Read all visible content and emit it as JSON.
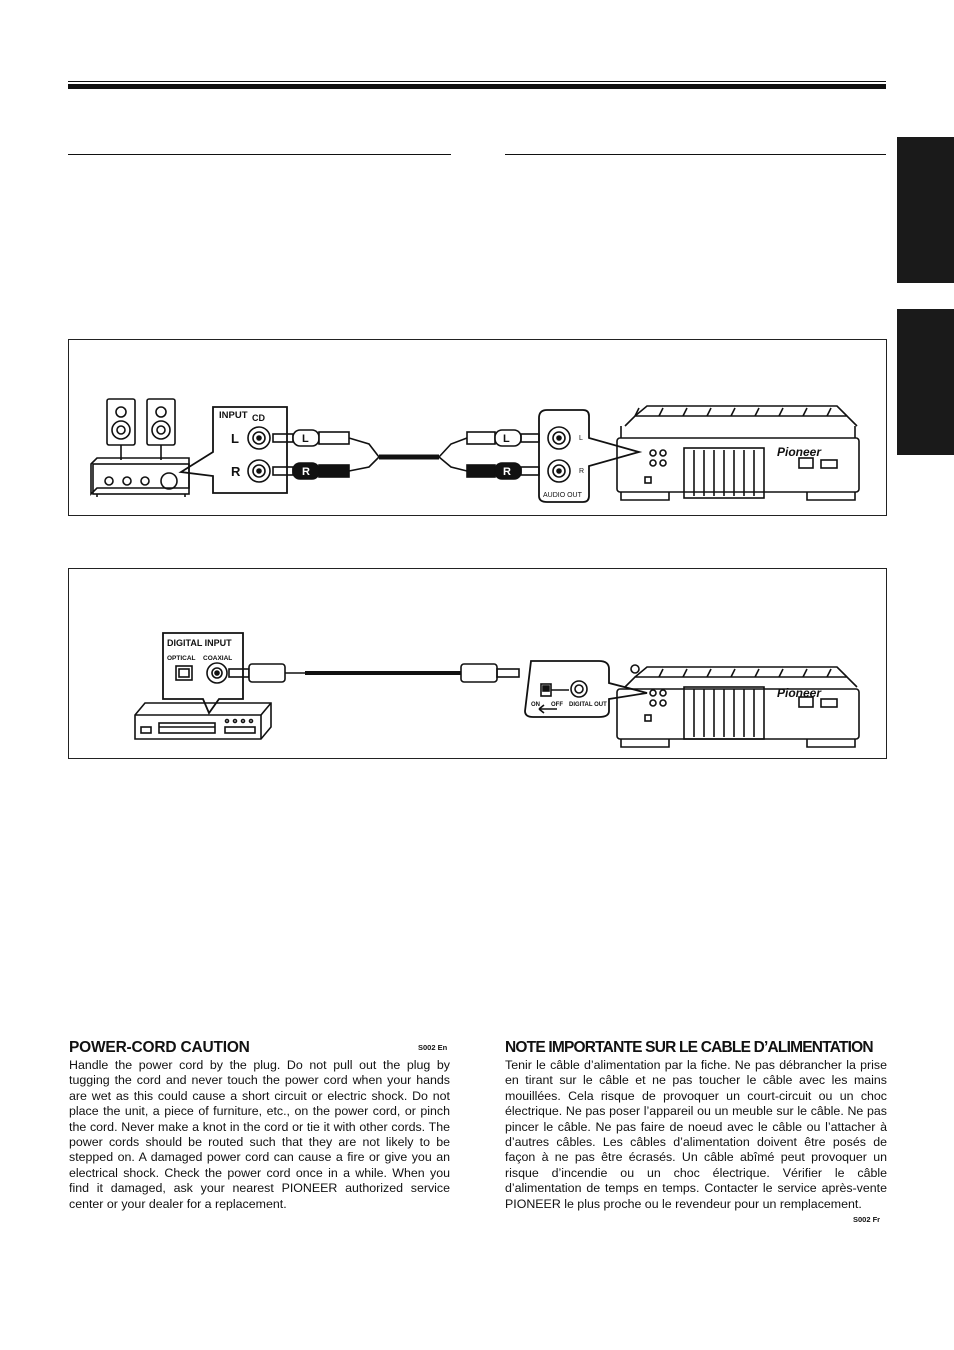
{
  "diagram1": {
    "input_label": "INPUT",
    "cd_label": "CD",
    "left_label": "L",
    "right_label": "R",
    "plug_left": "L",
    "plug_right": "R",
    "audio_out_label": "AUDIO OUT",
    "jack_left_small": "L",
    "jack_right_small": "R",
    "brand": "Pioneer"
  },
  "diagram2": {
    "digital_input_label": "DIGITAL INPUT",
    "optical_label": "OPTICAL",
    "coaxial_label": "COAXIAL",
    "on_label": "ON",
    "off_label": "OFF",
    "digital_out_label": "DIGITAL OUT",
    "brand": "Pioneer"
  },
  "caution_en": {
    "title": "POWER-CORD CAUTION",
    "code": "S002 En",
    "body": "Handle the power cord by the plug. Do not pull out the plug by tugging the cord and never touch the power cord when your hands are wet as this could cause a short circuit or electric shock. Do not place the unit, a piece of furniture, etc., on the power cord, or pinch the cord. Never make a knot in the cord or tie it with other cords. The power cords should be routed such that they are not likely to be stepped on. A damaged power cord can cause a fire or give you an electrical shock. Check the power cord once in a while. When you find it damaged, ask your nearest PIONEER authorized service center or your dealer for a replacement."
  },
  "caution_fr": {
    "title": "NOTE IMPORTANTE SUR LE CABLE D’ALIMENTATION",
    "code": "S002 Fr",
    "body": "Tenir le câble d’alimentation par la fiche. Ne pas débrancher la prise en tirant sur le câble et ne pas toucher le câble avec les mains mouillées. Cela risque de provoquer un court-circuit ou un choc électrique. Ne pas poser l’appareil ou un meuble sur le câble. Ne pas pincer le câble. Ne pas faire de noeud avec le câble ou l’attacher à d’autres câbles. Les câbles d’alimentation doivent être posés de façon à ne pas être écrasés. Un câble abîmé peut provoquer un risque d’incendie ou un choc électrique. Vérifier le câble d’alimentation de temps en temps. Contacter le service après-vente PIONEER le plus proche ou le revendeur pour un remplacement."
  }
}
